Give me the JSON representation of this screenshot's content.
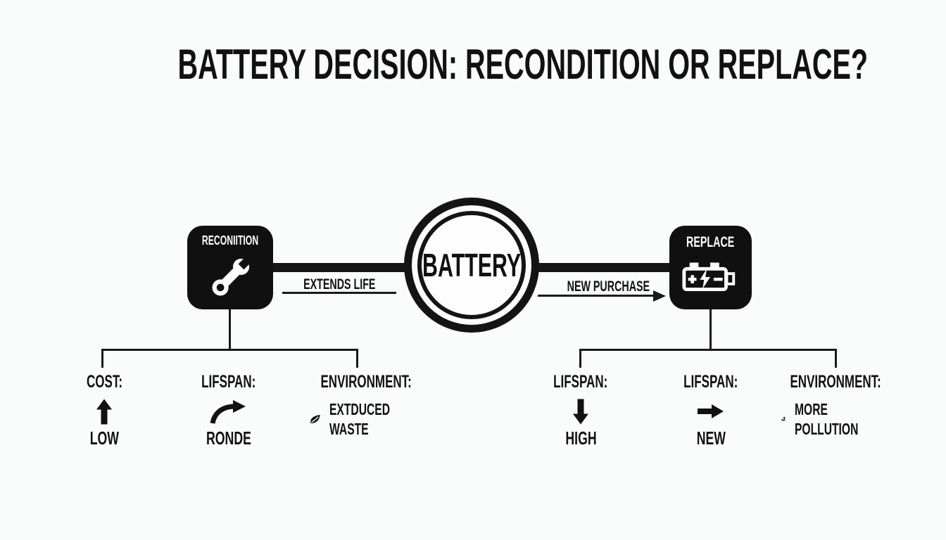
{
  "title": "BATTERY DECISION: RECONDITION OR REPLACE?",
  "center": {
    "label": "BATTERY"
  },
  "left_branch": {
    "box_label": "RECONIITION",
    "box_icon": "wrench-icon",
    "arrow_label": "EXTENDS LIFE",
    "attributes": [
      {
        "label": "COST:",
        "icon": "arrow-up-icon",
        "value": "LOW"
      },
      {
        "label": "LIFSPAN:",
        "icon": "curved-arrow-icon",
        "value": "RONDE"
      },
      {
        "label": "ENVIRONMENT:",
        "icon": "leaf-icon",
        "value": "EXTDUCED WASTE",
        "value_lines": [
          "EXTDUCED",
          "WASTE"
        ]
      }
    ]
  },
  "right_branch": {
    "box_label": "REPLACE",
    "box_icon": "battery-icon",
    "arrow_label": "NEW PURCHASE",
    "attributes": [
      {
        "label": "LIFSPAN:",
        "icon": "arrow-down-icon",
        "value": "HIGH"
      },
      {
        "label": "LIFSPAN:",
        "icon": "arrow-right-icon",
        "value": "NEW"
      },
      {
        "label": "ENVIRONMENT:",
        "icon": "factory-icon",
        "value": "MORE POLLUTION",
        "value_lines": [
          "MORE",
          "POLLUTION"
        ]
      }
    ]
  },
  "colors": {
    "ink": "#111111",
    "line": "#1a1a1a",
    "box_background": "#101010",
    "icon_foreground": "#ffffff",
    "page_background": "#fafbfb"
  }
}
